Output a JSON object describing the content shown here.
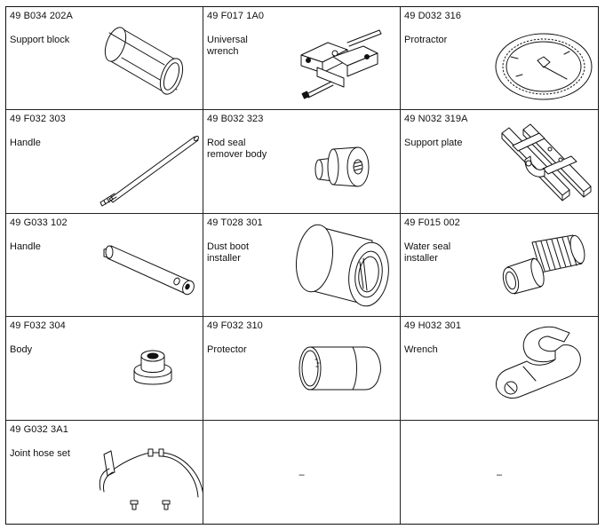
{
  "tools": [
    {
      "part": "49 B034 202A",
      "name": "Support block",
      "icon": "support-block-icon"
    },
    {
      "part": "49 F017 1A0",
      "name": "Universal wrench",
      "icon": "universal-wrench-icon"
    },
    {
      "part": "49 D032 316",
      "name": "Protractor",
      "icon": "protractor-icon"
    },
    {
      "part": "49 F032 303",
      "name": "Handle",
      "icon": "handle-rod-icon"
    },
    {
      "part": "49 B032 323",
      "name": "Rod seal remover body",
      "icon": "rod-seal-remover-icon"
    },
    {
      "part": "49 N032 319A",
      "name": "Support plate",
      "icon": "support-plate-icon"
    },
    {
      "part": "49 G033 102",
      "name": "Handle",
      "icon": "handle-bar-icon"
    },
    {
      "part": "49 T028 301",
      "name": "Dust boot installer",
      "icon": "dust-boot-installer-icon"
    },
    {
      "part": "49 F015 002",
      "name": "Water seal installer",
      "icon": "water-seal-installer-icon"
    },
    {
      "part": "49 F032 304",
      "name": "Body",
      "icon": "body-icon"
    },
    {
      "part": "49 F032 310",
      "name": "Protector",
      "icon": "protector-icon"
    },
    {
      "part": "49 H032 301",
      "name": "Wrench",
      "icon": "wrench-icon"
    },
    {
      "part": "49 G032 3A1",
      "name": "Joint hose set",
      "icon": "joint-hose-set-icon"
    }
  ],
  "empty_cells": [
    {
      "text": "–"
    },
    {
      "text": "–"
    }
  ]
}
